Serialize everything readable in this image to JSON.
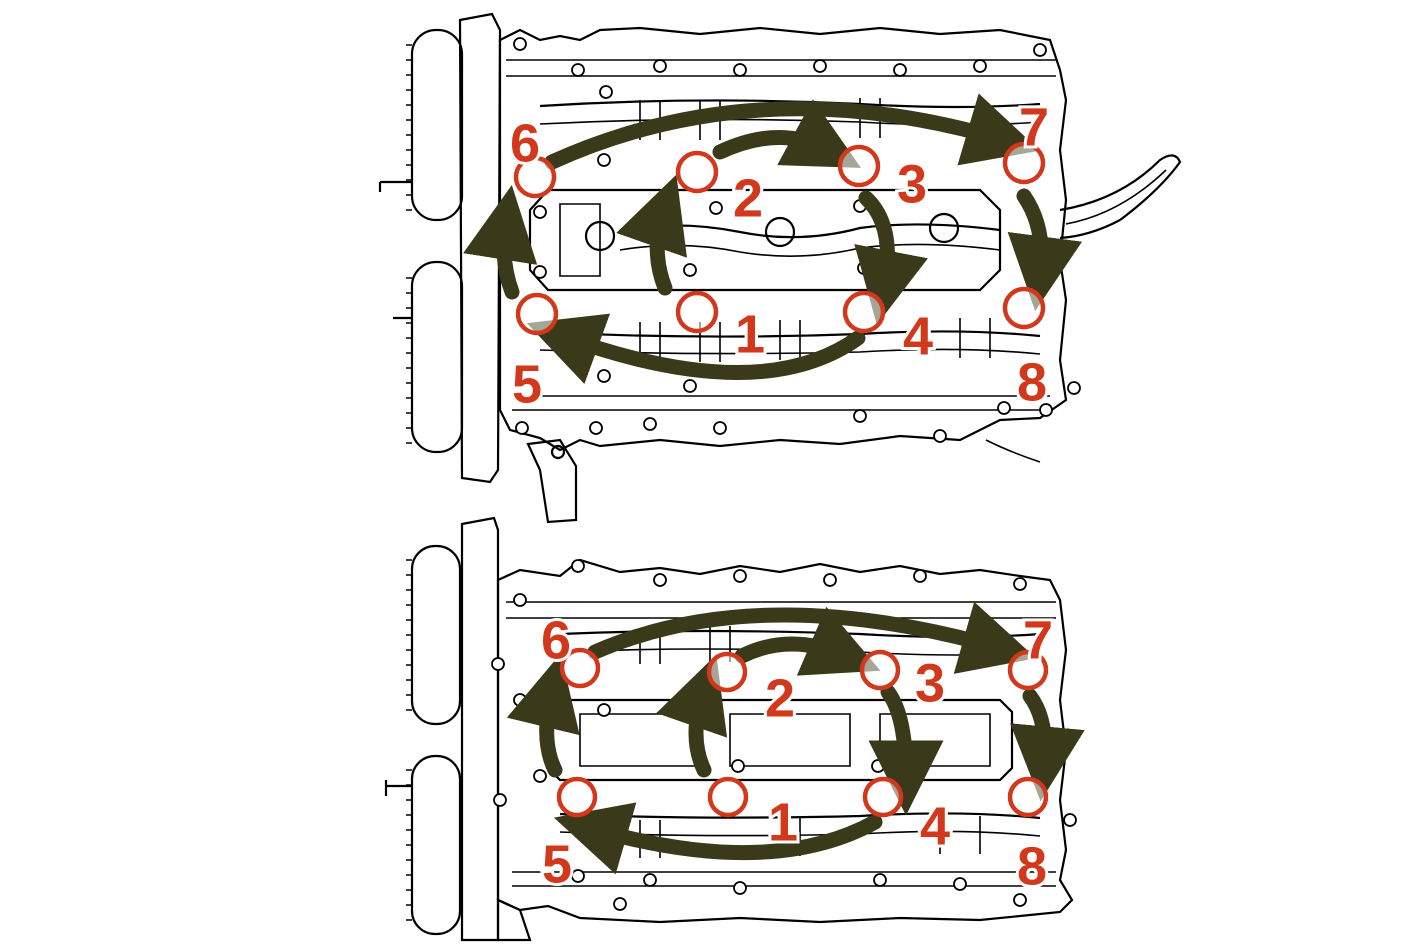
{
  "colors": {
    "marker": "#d2381c",
    "arrow": "#3a3a1a",
    "ink": "#000000"
  },
  "diagrams": [
    {
      "name": "upper-cylinder-head",
      "bolts": [
        {
          "label": "1"
        },
        {
          "label": "2"
        },
        {
          "label": "3"
        },
        {
          "label": "4"
        },
        {
          "label": "5"
        },
        {
          "label": "6"
        },
        {
          "label": "7"
        },
        {
          "label": "8"
        }
      ]
    },
    {
      "name": "lower-cylinder-head",
      "bolts": [
        {
          "label": "1"
        },
        {
          "label": "2"
        },
        {
          "label": "3"
        },
        {
          "label": "4"
        },
        {
          "label": "5"
        },
        {
          "label": "6"
        },
        {
          "label": "7"
        },
        {
          "label": "8"
        }
      ]
    }
  ]
}
